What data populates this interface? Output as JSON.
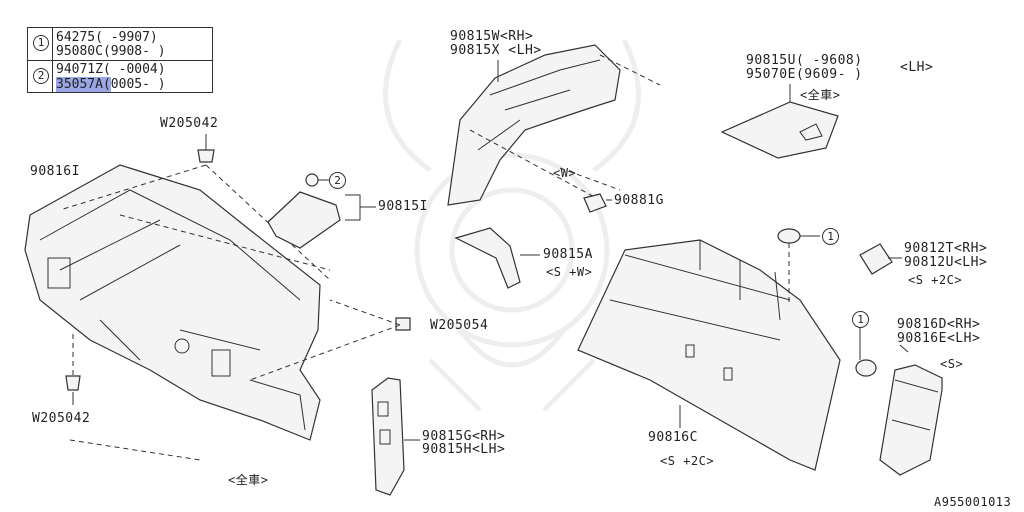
{
  "legend": {
    "rows": [
      {
        "num": "1",
        "line1": "64275( -9907)",
        "line2": "95080C(9908- )"
      },
      {
        "num": "2",
        "line1": "94071Z( -0004)",
        "line2_highlight": "35057A(",
        "line2_rest": "0005- )"
      }
    ]
  },
  "labels": {
    "w205042_top": "W205042",
    "p90816I": "90816I",
    "p90815I": "90815I",
    "w205054": "W205054",
    "w205042_bottom": "W205042",
    "all_vehicles_bottom": "<全車>",
    "p90815W": "90815W<RH>",
    "p90815X": "90815X <LH>",
    "w_tag": "<W>",
    "p90881G": "90881G",
    "p90815A": "90815A",
    "sw_tag": "<S +W>",
    "p90815G": "90815G<RH>",
    "p90815H": "90815H<LH>",
    "p90815U": "90815U( -9608)",
    "p95070E": "95070E(9609- )",
    "lh_tag": "<LH>",
    "all_vehicles_top": "<全車>",
    "p90812T": "90812T<RH>",
    "p90812U": "90812U<LH>",
    "s2c_tag_right": "<S +2C>",
    "p90816D": "90816D<RH>",
    "p90816E": "90816E<LH>",
    "s_tag": "<S>",
    "p90816C": "90816C",
    "s2c_tag_bottom": "<S +2C>",
    "callout_1a": "1",
    "callout_1b": "1",
    "callout_2": "2",
    "diagram_id": "A955001013"
  }
}
